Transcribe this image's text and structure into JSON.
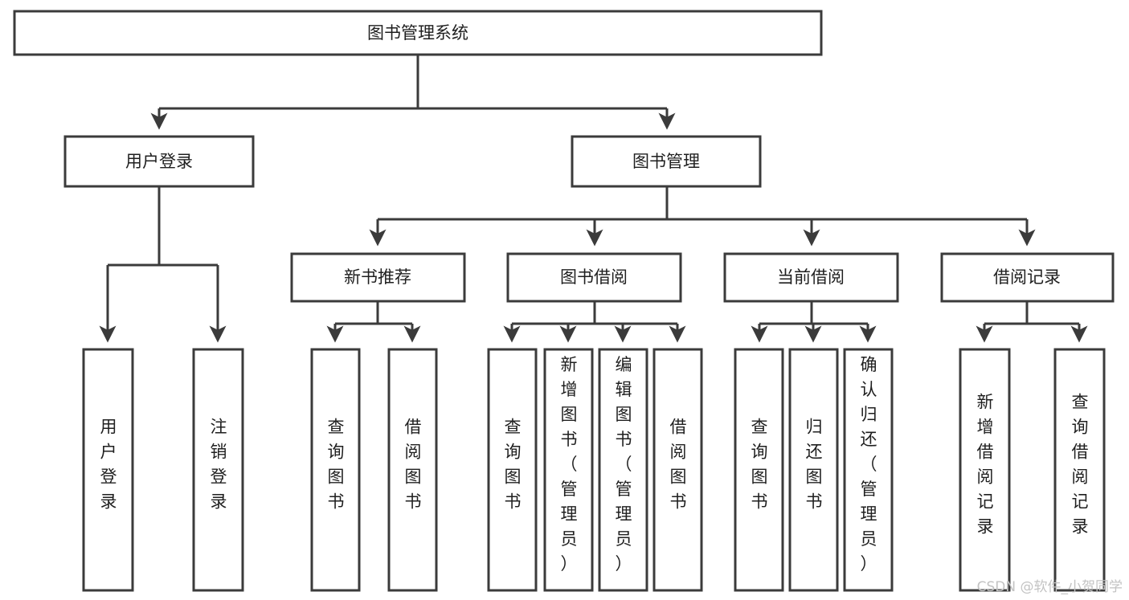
{
  "diagram": {
    "title": "图书管理系统",
    "type": "tree",
    "orientation": "top-down",
    "colors": {
      "stroke": "#3b3b3b",
      "fill": "#ffffff",
      "text": "#1f1f1f",
      "watermark": "#c3c3c3"
    },
    "nodes": {
      "root": "图书管理系统",
      "level2": {
        "n0": "用户登录",
        "n1": "图书管理"
      },
      "level3": {
        "n0": "新书推荐",
        "n1": "图书借阅",
        "n2": "当前借阅",
        "n3": "借阅记录"
      },
      "leaves": {
        "l0": "用户登录",
        "l1": "注销登录",
        "l2": "查询图书",
        "l3": "借阅图书",
        "l4": "查询图书",
        "l5": "新增图书（管理员）",
        "l6": "编辑图书（管理员）",
        "l7": "借阅图书",
        "l8": "查询图书",
        "l9": "归还图书",
        "l10": "确认归还（管理员）",
        "l11": "新增借阅记录",
        "l12": "查询借阅记录"
      }
    }
  },
  "watermark": {
    "text": "CSDN @软件_小贺同学"
  }
}
